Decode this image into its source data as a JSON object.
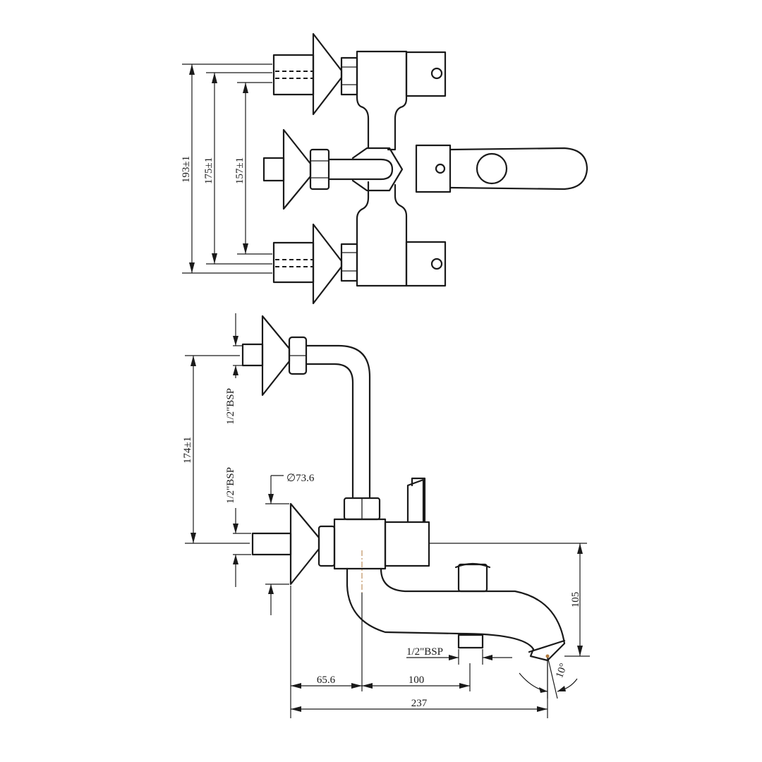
{
  "dimensions": {
    "top_view": {
      "outer": "193±1",
      "middle": "175±1",
      "inner": "157±1"
    },
    "side_view": {
      "height": "174±1",
      "thread_top": "1/2\"BSP",
      "thread_bottom": "1/2\"BSP",
      "flange_diameter": "∅73.6",
      "spout_height": "105",
      "spout_thread": "1/2\"BSP",
      "offset_a": "65.6",
      "offset_b": "100",
      "overall_length": "237",
      "spout_angle": "10°"
    }
  }
}
